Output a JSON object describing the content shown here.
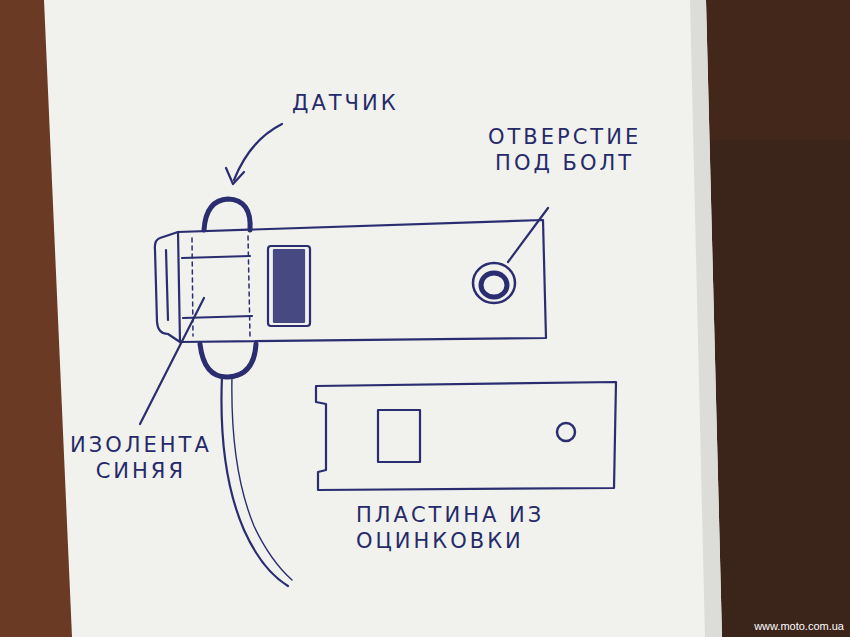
{
  "diagram": {
    "labels": [
      "ДАТЧИК",
      "ОТВЕРСТИЕ ПОД БОЛТ",
      "ИЗОЛЕНТА СИНЯЯ",
      "ПЛАСТИНА ИЗ ОЦИНКОВКИ",
      "www.moto.com.ua"
    ]
  }
}
